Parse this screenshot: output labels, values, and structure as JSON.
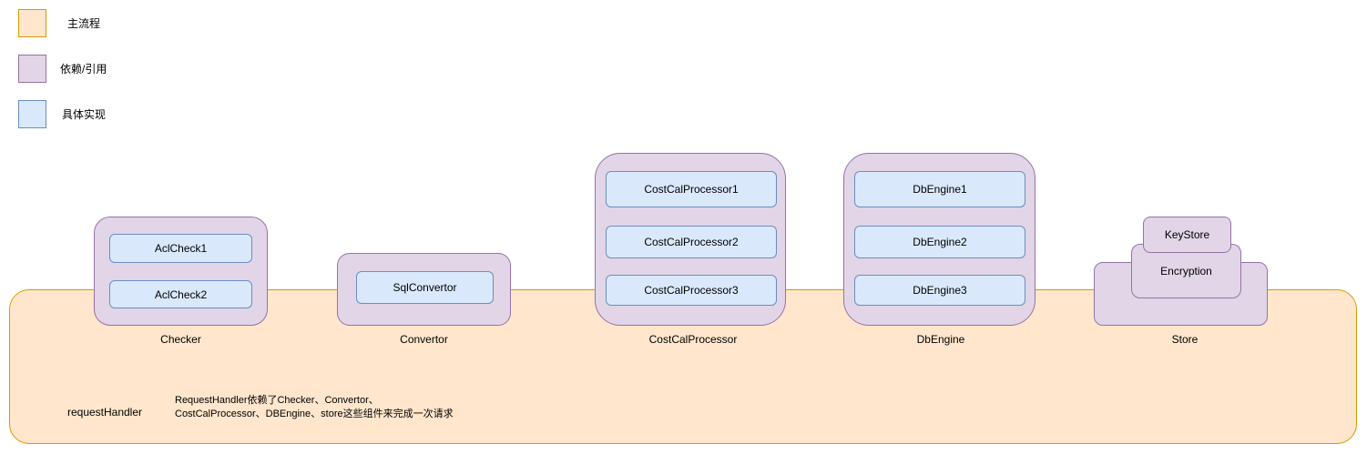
{
  "colors": {
    "main_flow_fill": "#ffe6cc",
    "main_flow_stroke": "#d79b00",
    "dependency_fill": "#e1d5e7",
    "dependency_stroke": "#9673a6",
    "implementation_fill": "#dae8fc",
    "implementation_stroke": "#6c8ebf"
  },
  "legend": [
    {
      "label": "主流程",
      "kind": "main-flow"
    },
    {
      "label": "依赖/引用",
      "kind": "dependency"
    },
    {
      "label": "具体实现",
      "kind": "implementation"
    }
  ],
  "main": {
    "name": "requestHandler",
    "description": "RequestHandler依赖了Checker、Convertor、\nCostCalProcessor、DBEngine、store这些组件来完成一次请求"
  },
  "groups": [
    {
      "label": "Checker",
      "items": [
        "AclCheck1",
        "AclCheck2"
      ]
    },
    {
      "label": "Convertor",
      "items": [
        "SqlConvertor"
      ]
    },
    {
      "label": "CostCalProcessor",
      "items": [
        "CostCalProcessor1",
        "CostCalProcessor2",
        "CostCalProcessor3"
      ]
    },
    {
      "label": "DbEngine",
      "items": [
        "DbEngine1",
        "DbEngine2",
        "DbEngine3"
      ]
    },
    {
      "label": "Store",
      "layers": [
        "Encryption",
        "KeyStore"
      ]
    }
  ]
}
